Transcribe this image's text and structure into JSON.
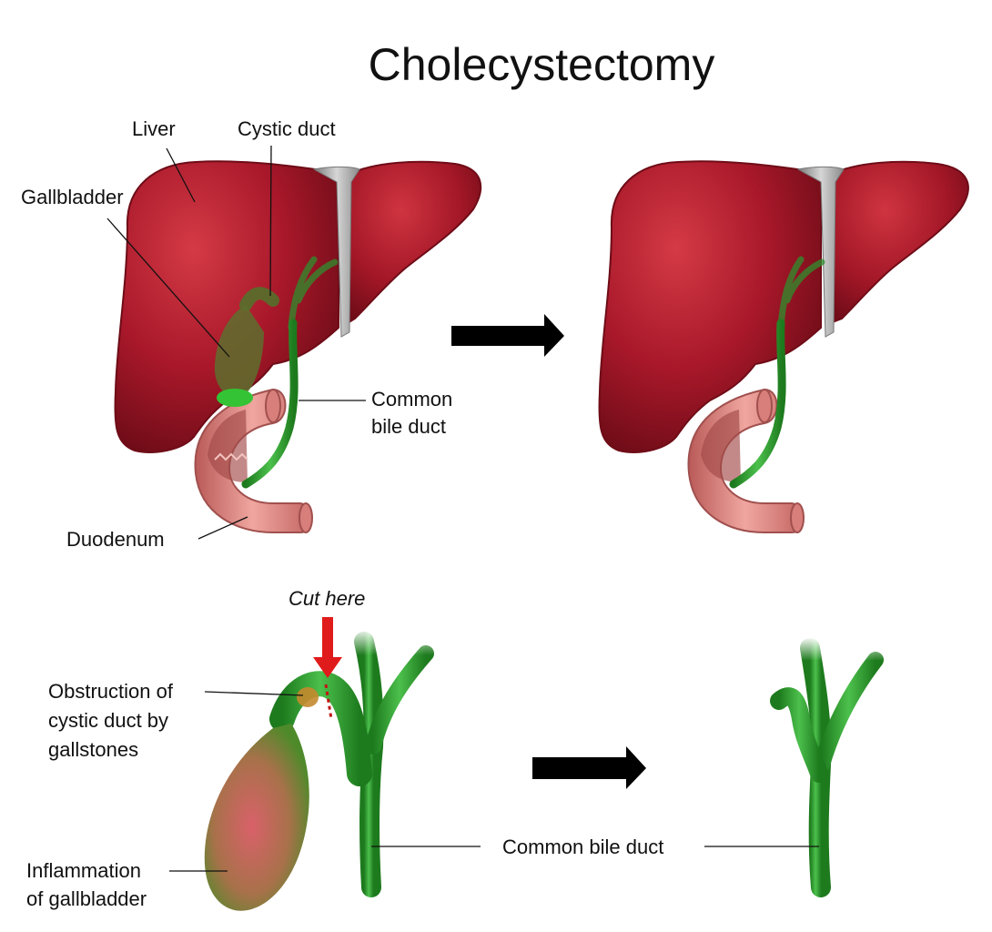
{
  "title": "Cholecystectomy",
  "labels": {
    "liver": "Liver",
    "cystic_duct": "Cystic duct",
    "gallbladder": "Gallbladder",
    "common_bile_duct_line1": "Common",
    "common_bile_duct_line2": "bile duct",
    "duodenum": "Duodenum",
    "cut_here": "Cut here",
    "obstruction_line1": "Obstruction of",
    "obstruction_line2": "cystic duct by",
    "obstruction_line3": "gallstones",
    "inflammation_line1": "Inflammation",
    "inflammation_line2": "of gallbladder",
    "common_bile_duct_bottom": "Common bile duct"
  },
  "colors": {
    "liver": "#a8182a",
    "liver_dark": "#7d0f1c",
    "ligament": "#9a9a9a",
    "duct_green": "#2fa12f",
    "duct_dark": "#1d7a1d",
    "gallbladder": "#7d6e3a",
    "inflamed": "#c95a4a",
    "duodenum": "#e08b86",
    "arrow": "#000000",
    "cut_arrow": "#e01b1b"
  },
  "icons": [
    "right-arrow-icon",
    "down-arrow-icon"
  ]
}
